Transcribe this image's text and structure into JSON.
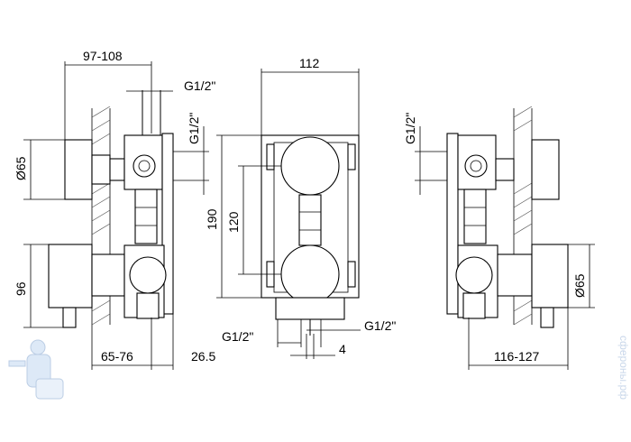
{
  "dimensions": {
    "depth_range_top": "97-108",
    "thread_top_left": "G1/2\"",
    "thread_vertical_left": "G1/2\"",
    "dia_left": "Ø65",
    "height_left": "96",
    "depth_range_bottom": "65-76",
    "offset_small": "26.5",
    "width_center": "112",
    "height_center_outer": "190",
    "height_center_inner": "120",
    "thread_bottom_left": "G1/2\"",
    "thread_bottom_right": "G1/2\"",
    "offset_center": "4",
    "thread_vertical_right": "G1/2\"",
    "dia_right": "Ø65",
    "depth_range_right": "116-127"
  },
  "watermark": {
    "text": "сфероны.рф"
  }
}
